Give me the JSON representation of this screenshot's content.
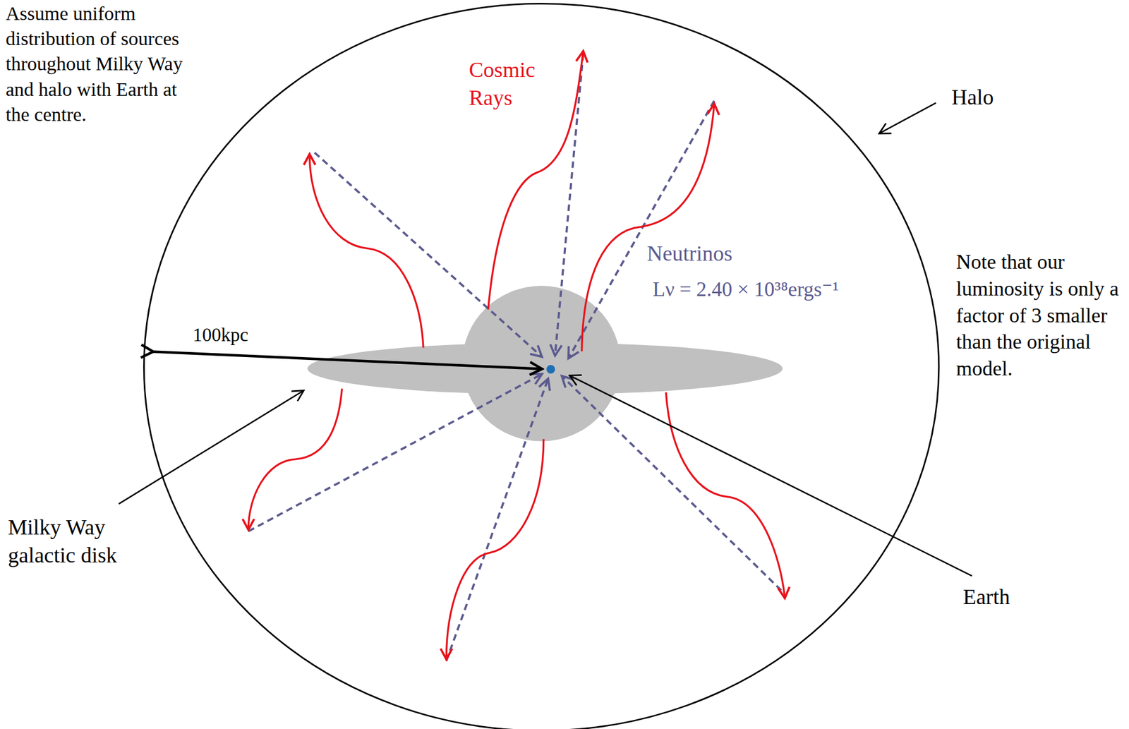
{
  "diagram": {
    "labels": [
      "Assume uniform distribution of sources throughout Milky Way and halo with Earth at the centre.",
      "Cosmic Rays",
      "Halo",
      "Neutrinos",
      "Lν = 2.40 × 10³⁸ergs⁻¹",
      "100kpc",
      "Note that our luminosity is only a factor of 3 smaller than the original model.",
      "Milky Way galactic disk",
      "Earth"
    ]
  }
}
